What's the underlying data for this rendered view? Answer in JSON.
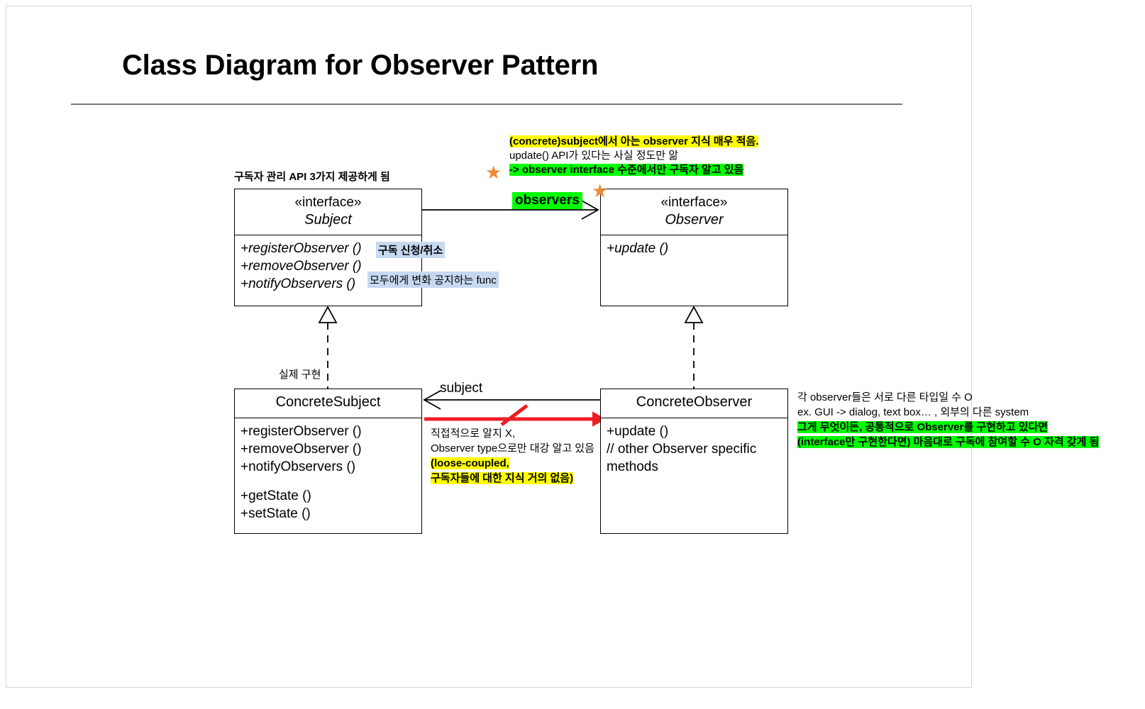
{
  "slide": {
    "title": "Class Diagram for Observer Pattern"
  },
  "colors": {
    "highlight_yellow": "#ffff00",
    "highlight_green": "#00ff00",
    "highlight_blue": "#c6d9f1",
    "star_orange": "#ed8b38",
    "red_arrow": "#ee1c25",
    "line_black": "#000000",
    "rule_gray": "#7b7b7b"
  },
  "classes": {
    "subject": {
      "stereotype": "«interface»",
      "name": "Subject",
      "methods": [
        "+registerObserver ()",
        "+removeObserver ()",
        "+notifyObservers ()"
      ]
    },
    "observer": {
      "stereotype": "«interface»",
      "name": "Observer",
      "methods": [
        "+update ()"
      ]
    },
    "concrete_subject": {
      "name": "ConcreteSubject",
      "methods_group1": [
        "+registerObserver ()",
        "+removeObserver ()",
        "+notifyObservers ()"
      ],
      "methods_group2": [
        "+getState ()",
        "+setState ()"
      ]
    },
    "concrete_observer": {
      "name": "ConcreteObserver",
      "methods": [
        "+update ()",
        "// other Observer specific",
        "methods"
      ]
    }
  },
  "labels": {
    "observers": "observers",
    "subject": "subject",
    "implementation": "실제 구현",
    "api_note": "구독자 관리 API 3가지 제공하게 됨",
    "subscribe_cancel": "구독 신청/취소",
    "notify_func": "모두에게 변화 공지하는 func"
  },
  "annotations": {
    "top": {
      "line1": "(concrete)subject에서 아는 observer 지식 매우 적음.",
      "line2": "update() API가 있다는 사실 정도만 앎",
      "line3": "-> observer interface 수준에서만 구독자 알고 있음"
    },
    "middle": {
      "line1": "직접적으로 알지 X,",
      "line2": "Observer type으로만 대강 알고 있음",
      "line3": "(loose-coupled,",
      "line4": "구독자들에 대한 지식 거의 없음)"
    },
    "right": {
      "line1": "각 observer들은 서로 다른 타입일 수 O",
      "line2": "ex. GUI -> dialog, text box… , 외부의 다른 system",
      "line3": "그게 무엇이든, 공통적으로 Observer를 구현하고 있다면",
      "line4": "(interface만 구현한다면) 마음대로 구독에 참여할 수 O 자격 갖게 됨"
    }
  },
  "icons": {
    "star": "★"
  }
}
